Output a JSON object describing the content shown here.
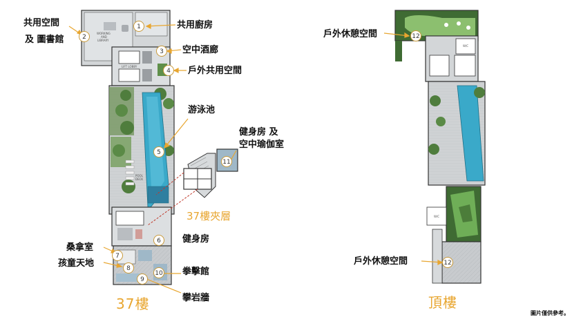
{
  "floors": {
    "floor37_title": "37樓",
    "mezzanine_title": "37樓夾層",
    "roof_title": "頂樓"
  },
  "labels": {
    "shared_space_library_line1": "共用空間",
    "shared_space_library_line2": "及 圖書館",
    "shared_kitchen": "共用廚房",
    "sky_bar": "空中酒廊",
    "outdoor_shared_space": "戶外共用空間",
    "swimming_pool": "游泳池",
    "gym_yoga_line1": "健身房 及",
    "gym_yoga_line2": "空中瑜伽室",
    "gym": "健身房",
    "sauna": "桑拿室",
    "kids_area": "孩童天地",
    "boxing": "拳擊館",
    "climbing_wall": "攀岩牆",
    "roof_rest_top": "戶外休憩空間",
    "roof_rest_bottom": "戶外休憩空間"
  },
  "badges": {
    "b1": "1",
    "b2": "2",
    "b3": "3",
    "b4": "4",
    "b5": "5",
    "b6": "6",
    "b7": "7",
    "b8": "8",
    "b9": "9",
    "b10": "10",
    "b11": "11",
    "b12a": "12",
    "b12b": "12"
  },
  "plan_text": {
    "working_library_1": "WORKING",
    "working_library_2": "AND",
    "working_library_3": "LIBRARY",
    "lift_lobby": "LIFT LOBBY",
    "pool_deck_1": "POOL",
    "pool_deck_2": "DECK",
    "wc_1": "W/C",
    "wc_2": "W/C"
  },
  "note": "圖片僅供參考。",
  "colors": {
    "accent": "#e8a630",
    "leader": "#e8a630",
    "pool": "#3aa9c9",
    "greenery": "#5f8f4a",
    "lawn": "#6fae57",
    "floor_grey": "#c9ccce",
    "wall": "#333333"
  }
}
